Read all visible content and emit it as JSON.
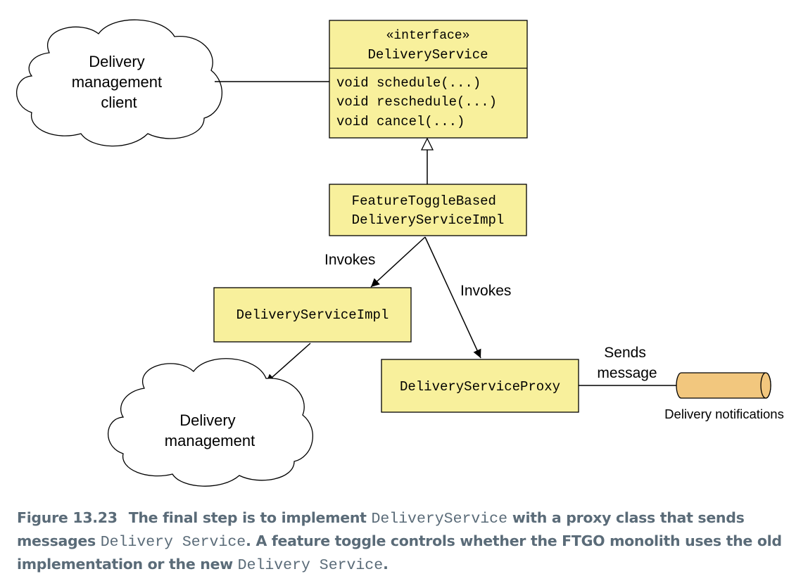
{
  "diagram": {
    "clouds": {
      "client": [
        "Delivery",
        "management",
        "client"
      ],
      "delivery_management": [
        "Delivery",
        "management"
      ]
    },
    "interface_box": {
      "stereotype": "«interface»",
      "name": "DeliveryService",
      "methods": [
        "void schedule(...)",
        "void reschedule(...)",
        "void cancel(...)"
      ]
    },
    "toggle_box": [
      "FeatureToggleBased",
      "DeliveryServiceImpl"
    ],
    "impl_box": "DeliveryServiceImpl",
    "proxy_box": "DeliveryServiceProxy",
    "labels": {
      "invokes_left": "Invokes",
      "invokes_right": "Invokes",
      "sends_message": [
        "Sends",
        "message"
      ],
      "channel": "Delivery notifications"
    },
    "colors": {
      "box_fill": "#f8f09c",
      "channel_fill": "#f2c77e",
      "line": "#000000",
      "caption": "#5a6b78"
    }
  },
  "caption": {
    "label": "Figure 13.23",
    "part1": "The final step is to implement ",
    "code1": "DeliveryService",
    "part2": " with a proxy class that sends messages ",
    "code2": "Delivery Service",
    "part3": ". A feature toggle controls whether the FTGO monolith uses the old implementation or the new ",
    "code3": "Delivery Service",
    "part4": "."
  }
}
